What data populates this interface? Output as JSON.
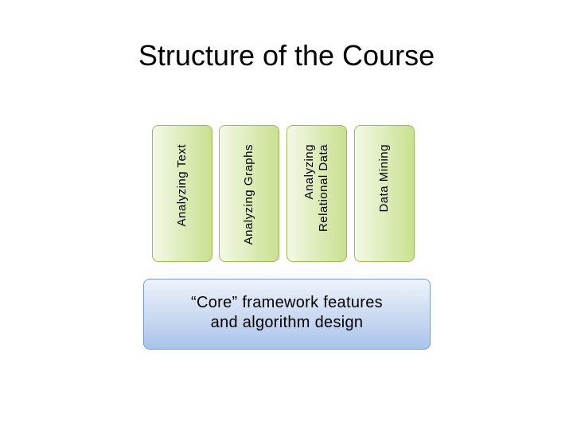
{
  "title": "Structure of the Course",
  "pillars": [
    {
      "label": "Analyzing Text"
    },
    {
      "label": "Analyzing Graphs"
    },
    {
      "label": "Analyzing\nRelational Data"
    },
    {
      "label": "Data Mining"
    }
  ],
  "core": {
    "label": "“Core” framework features\nand algorithm design"
  },
  "colors": {
    "pillar_fill": "#c9e08f",
    "pillar_border": "#9bbb59",
    "core_fill": "#a9c3ec",
    "core_border": "#7a9ccc"
  }
}
